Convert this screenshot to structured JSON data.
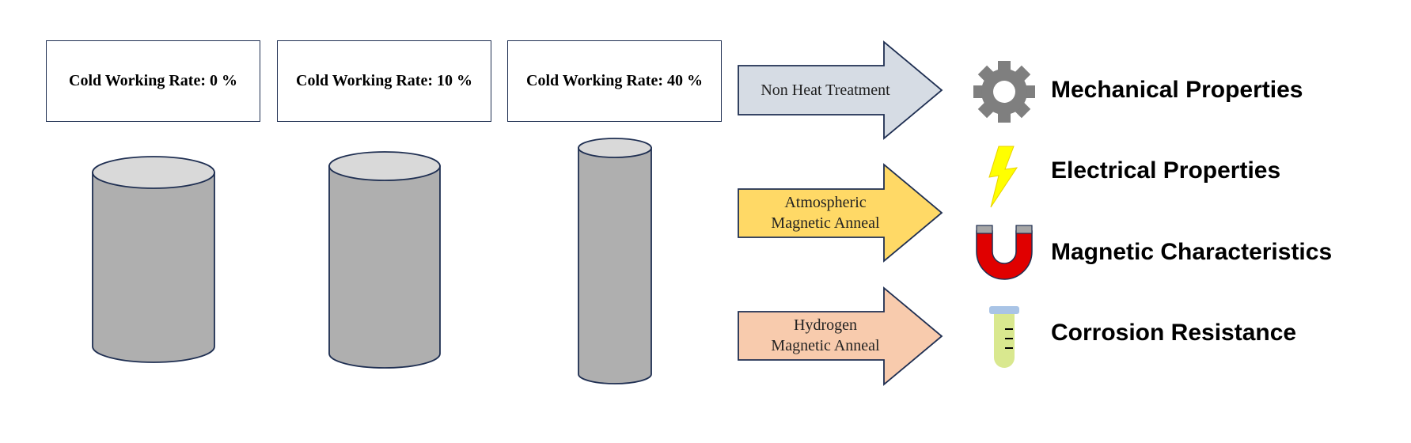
{
  "samples": [
    {
      "label": "Cold Working Rate: 0 %"
    },
    {
      "label": "Cold Working Rate: 10 %"
    },
    {
      "label": "Cold Working Rate: 40 %"
    }
  ],
  "treatments": [
    {
      "lines": [
        "Non Heat Treatment"
      ],
      "color": "#d6dce4"
    },
    {
      "lines": [
        "Atmospheric",
        "Magnetic Anneal"
      ],
      "color": "#ffd966"
    },
    {
      "lines": [
        "Hydrogen",
        "Magnetic Anneal"
      ],
      "color": "#f8cbad"
    }
  ],
  "properties": [
    {
      "label": "Mechanical Properties",
      "icon": "gear-icon"
    },
    {
      "label": "Electrical Properties",
      "icon": "lightning-icon"
    },
    {
      "label": "Magnetic Characteristics",
      "icon": "magnet-icon"
    },
    {
      "label": "Corrosion Resistance",
      "icon": "test-tube-icon"
    }
  ],
  "colors": {
    "cylinder_fill": "#afafaf",
    "cylinder_top": "#d9d9d9",
    "outline": "#1f2f52",
    "gear": "#7f7f7f",
    "lightning": "#ffff00",
    "magnet": "#e00000",
    "tube_liquid": "#d9e88f",
    "tube_cap": "#a9c4e6"
  }
}
